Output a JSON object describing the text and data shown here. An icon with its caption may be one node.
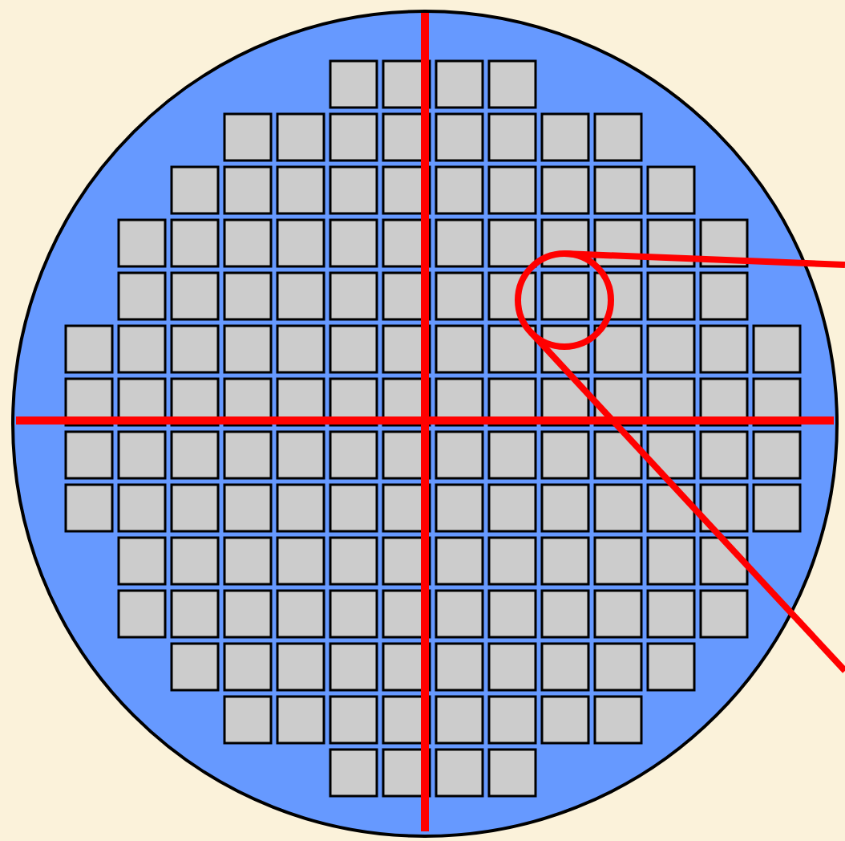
{
  "diagram": {
    "nodes": [
      {
        "text": [],
        "shape": "circle"
      },
      {
        "text": [],
        "shape": "circle",
        "in": 0
      }
    ],
    "edges": [
      {
        "from": 1,
        "to": null,
        "arrow": "none"
      },
      {
        "from": 1,
        "to": null,
        "arrow": "none"
      }
    ]
  }
}
